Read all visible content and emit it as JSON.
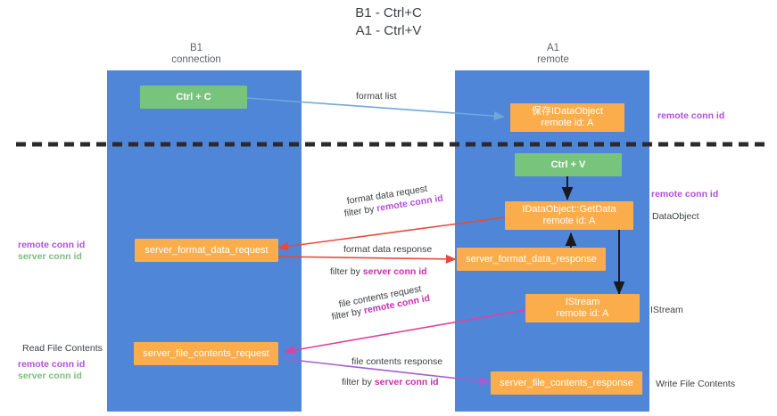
{
  "title": {
    "line1": "B1 - Ctrl+C",
    "line2": "A1 - Ctrl+V"
  },
  "columns": [
    {
      "name": "B1",
      "role": "connection"
    },
    {
      "name": "A1",
      "role": "remote"
    }
  ],
  "colors": {
    "lane": "#5086d8",
    "orange_node": "#fbad4b",
    "green_node": "#78c47c",
    "purple": "#b14fd8",
    "magenta": "#c62fb0",
    "green_text": "#7dbd7d",
    "divider": "#2b2b2b",
    "arrow_blue": "#6fa8dc",
    "arrow_red": "#e8493f",
    "arrow_pink": "#e040a0",
    "arrow_purple": "#a25fd0",
    "arrow_black": "#1a1a1a"
  },
  "nodes": [
    {
      "id": "ctrl-c",
      "label": "Ctrl + C",
      "sub": "",
      "style": "green"
    },
    {
      "id": "save-idataobject",
      "label": "保存IDataObject",
      "sub": "remote id: A",
      "style": "orange"
    },
    {
      "id": "ctrl-v",
      "label": "Ctrl + V",
      "sub": "",
      "style": "green"
    },
    {
      "id": "idataobject-getdata",
      "label": "IDataObject::GetData",
      "sub": "remote id: A",
      "style": "orange"
    },
    {
      "id": "server-format-data-request",
      "label": "server_format_data_request",
      "sub": "",
      "style": "orange"
    },
    {
      "id": "server-format-data-response",
      "label": "server_format_data_response",
      "sub": "",
      "style": "orange"
    },
    {
      "id": "istream",
      "label": "IStream",
      "sub": "remote id: A",
      "style": "orange"
    },
    {
      "id": "server-file-contents-request",
      "label": "server_file_contents_request",
      "sub": "",
      "style": "orange"
    },
    {
      "id": "server-file-contents-response",
      "label": "server_file_contents_response",
      "sub": "",
      "style": "orange"
    }
  ],
  "edge_labels": {
    "format_list": "format list",
    "format_data_request": "format data request",
    "format_data_request_filter_prefix": "filter by ",
    "format_data_request_filter_key": "remote conn id",
    "format_data_response": "format data response",
    "format_data_response_filter_prefix": "filter by ",
    "format_data_response_filter_key": "server conn id",
    "file_contents_request": "file contents request",
    "file_contents_request_filter_prefix": "filter by ",
    "file_contents_request_filter_key": "remote conn id",
    "file_contents_response": "file contents response",
    "file_contents_response_filter_prefix": "filter by ",
    "file_contents_response_filter_key": "server conn id"
  },
  "annotations": {
    "right": [
      {
        "id": "remote-conn-id-top",
        "text": "remote conn id",
        "style": "purple"
      },
      {
        "id": "remote-conn-id-middle",
        "text": "remote conn id",
        "style": "purple"
      },
      {
        "id": "dataobject",
        "text": "DataObject",
        "style": "plain"
      },
      {
        "id": "istream-label",
        "text": "IStream",
        "style": "plain"
      },
      {
        "id": "write-file-contents",
        "text": "Write File Contents",
        "style": "plain"
      }
    ],
    "left": [
      {
        "id": "left-remote-conn-id",
        "text": "remote conn id",
        "style": "purple"
      },
      {
        "id": "left-server-conn-id",
        "text": "server conn id",
        "style": "green"
      },
      {
        "id": "read-file-contents",
        "text": "Read File Contents",
        "style": "plain"
      },
      {
        "id": "left-remote-conn-id-2",
        "text": "remote conn id",
        "style": "purple"
      },
      {
        "id": "left-server-conn-id-2",
        "text": "server conn id",
        "style": "green"
      }
    ]
  }
}
